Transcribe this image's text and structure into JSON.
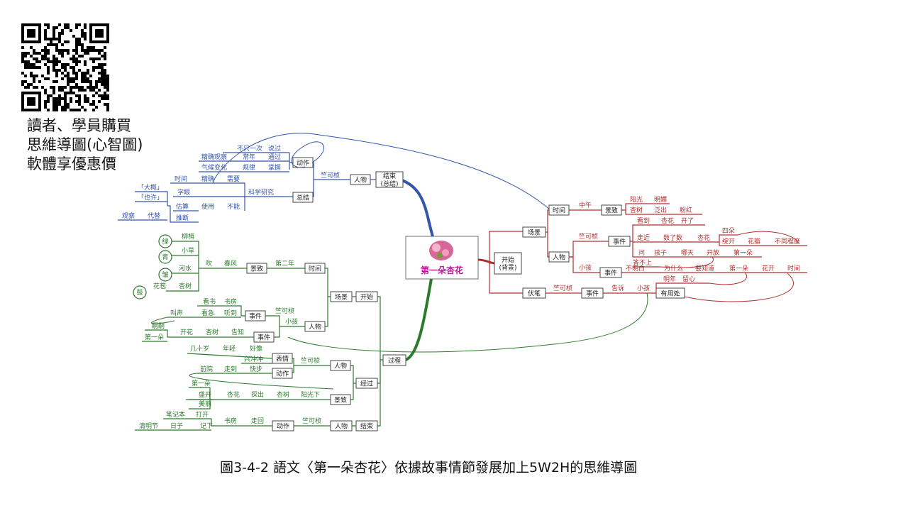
{
  "promo": {
    "line1": "讀者、學員購買",
    "line2": "思維導圖(心智圖)",
    "line3": "軟體享優惠價"
  },
  "caption": "圖3-4-2 語文〈第一朵杏花〉依據故事情節發展加上5W2H的思維導圖",
  "colors": {
    "blue": "#3355aa",
    "red": "#b03030",
    "green": "#2d7a2d",
    "title": "#c0189a"
  },
  "map": {
    "center": "第一朵杏花",
    "blue": {
      "root": "结束\n(总结)",
      "b1": "人物",
      "b2": "竺可桢",
      "dz": "动作",
      "zj": "总结",
      "row1": [
        "不只一次",
        "说过"
      ],
      "row2": [
        "精确观察",
        "常年",
        "通过"
      ],
      "row3": [
        "气候变化",
        "规律",
        "掌握"
      ],
      "row4": [
        "时间",
        "精确",
        "需要"
      ],
      "kxyj": "科学研究",
      "zy": "字眼",
      "row5": [
        "估算",
        "使用",
        "不能"
      ],
      "row6": "推断",
      "dg": "「大概」",
      "yx": "「也许」",
      "row7": [
        "观察",
        "代替"
      ]
    },
    "red": {
      "root": "开始\n(背景)",
      "cj": "场景",
      "fb": "伏笔",
      "sj": "时间",
      "zw": "中午",
      "jz": "景致",
      "sr1": [
        "阳光",
        "明媚"
      ],
      "sr2": [
        "杏树",
        "泛出",
        "粉红"
      ],
      "rw": "人物",
      "kz": "竺可桢",
      "sj2": "事件",
      "r3": [
        "看到",
        "杏花",
        "开了"
      ],
      "r4": [
        "走近",
        "数了数",
        "杏花"
      ],
      "sd": "四朵",
      "r5": [
        "绽开",
        "花瓣",
        "不同程度"
      ],
      "r6": [
        "问",
        "孩子",
        "哪天",
        "开放",
        "第一朵"
      ],
      "dbs": "答不上",
      "xh": "小孩",
      "sj3": "事件",
      "r7": [
        "不明白",
        "为什么",
        "要知道",
        "第一朵",
        "花开",
        "时间"
      ],
      "fb1": [
        "竺可桢",
        "事件",
        "告诉",
        "小孩"
      ],
      "my": [
        "明年",
        "留心"
      ],
      "yyc": "有用处"
    },
    "green": {
      "root": "过程",
      "ks": "开始",
      "cj": "场景",
      "sj": "时间",
      "dr": "第二年",
      "jz": "景致",
      "cf": [
        "吹",
        "春风"
      ],
      "lv": "绿",
      "q": "青",
      "po": "皱",
      "gu": "鼓",
      "g1": [
        "柳梢",
        "小草",
        "河水",
        "花苞",
        "杏树"
      ],
      "rw": "人物",
      "kz": "竺可桢",
      "sj2": "事件",
      "g2": [
        "看书",
        "书房"
      ],
      "g3": [
        "叫声",
        "看急",
        "听到"
      ],
      "xh": "小孩",
      "sj3": "事件",
      "g4": [
        "嗣嗣",
        "第一朵",
        "开花",
        "杏树",
        "告知"
      ],
      "jg": "经过",
      "rw2": "人物",
      "kz2": "竺可桢",
      "bq": "表情",
      "dz": "动作",
      "g5": [
        "几十岁",
        "年轻",
        "好像"
      ],
      "g6": [
        "兴冲冲",
        "前院",
        "走到",
        "快步"
      ],
      "jz2": "景致",
      "g7": [
        "第一朵",
        "盛开",
        "美丽",
        "杏花",
        "探出",
        "杏树",
        "阳光下"
      ],
      "js": "结束",
      "rw3": "人物",
      "kz3": "竺可桢",
      "dz2": "动作",
      "g8": [
        "笔记本",
        "打开",
        "清明节",
        "日子",
        "记下",
        "书房",
        "走回"
      ]
    }
  }
}
